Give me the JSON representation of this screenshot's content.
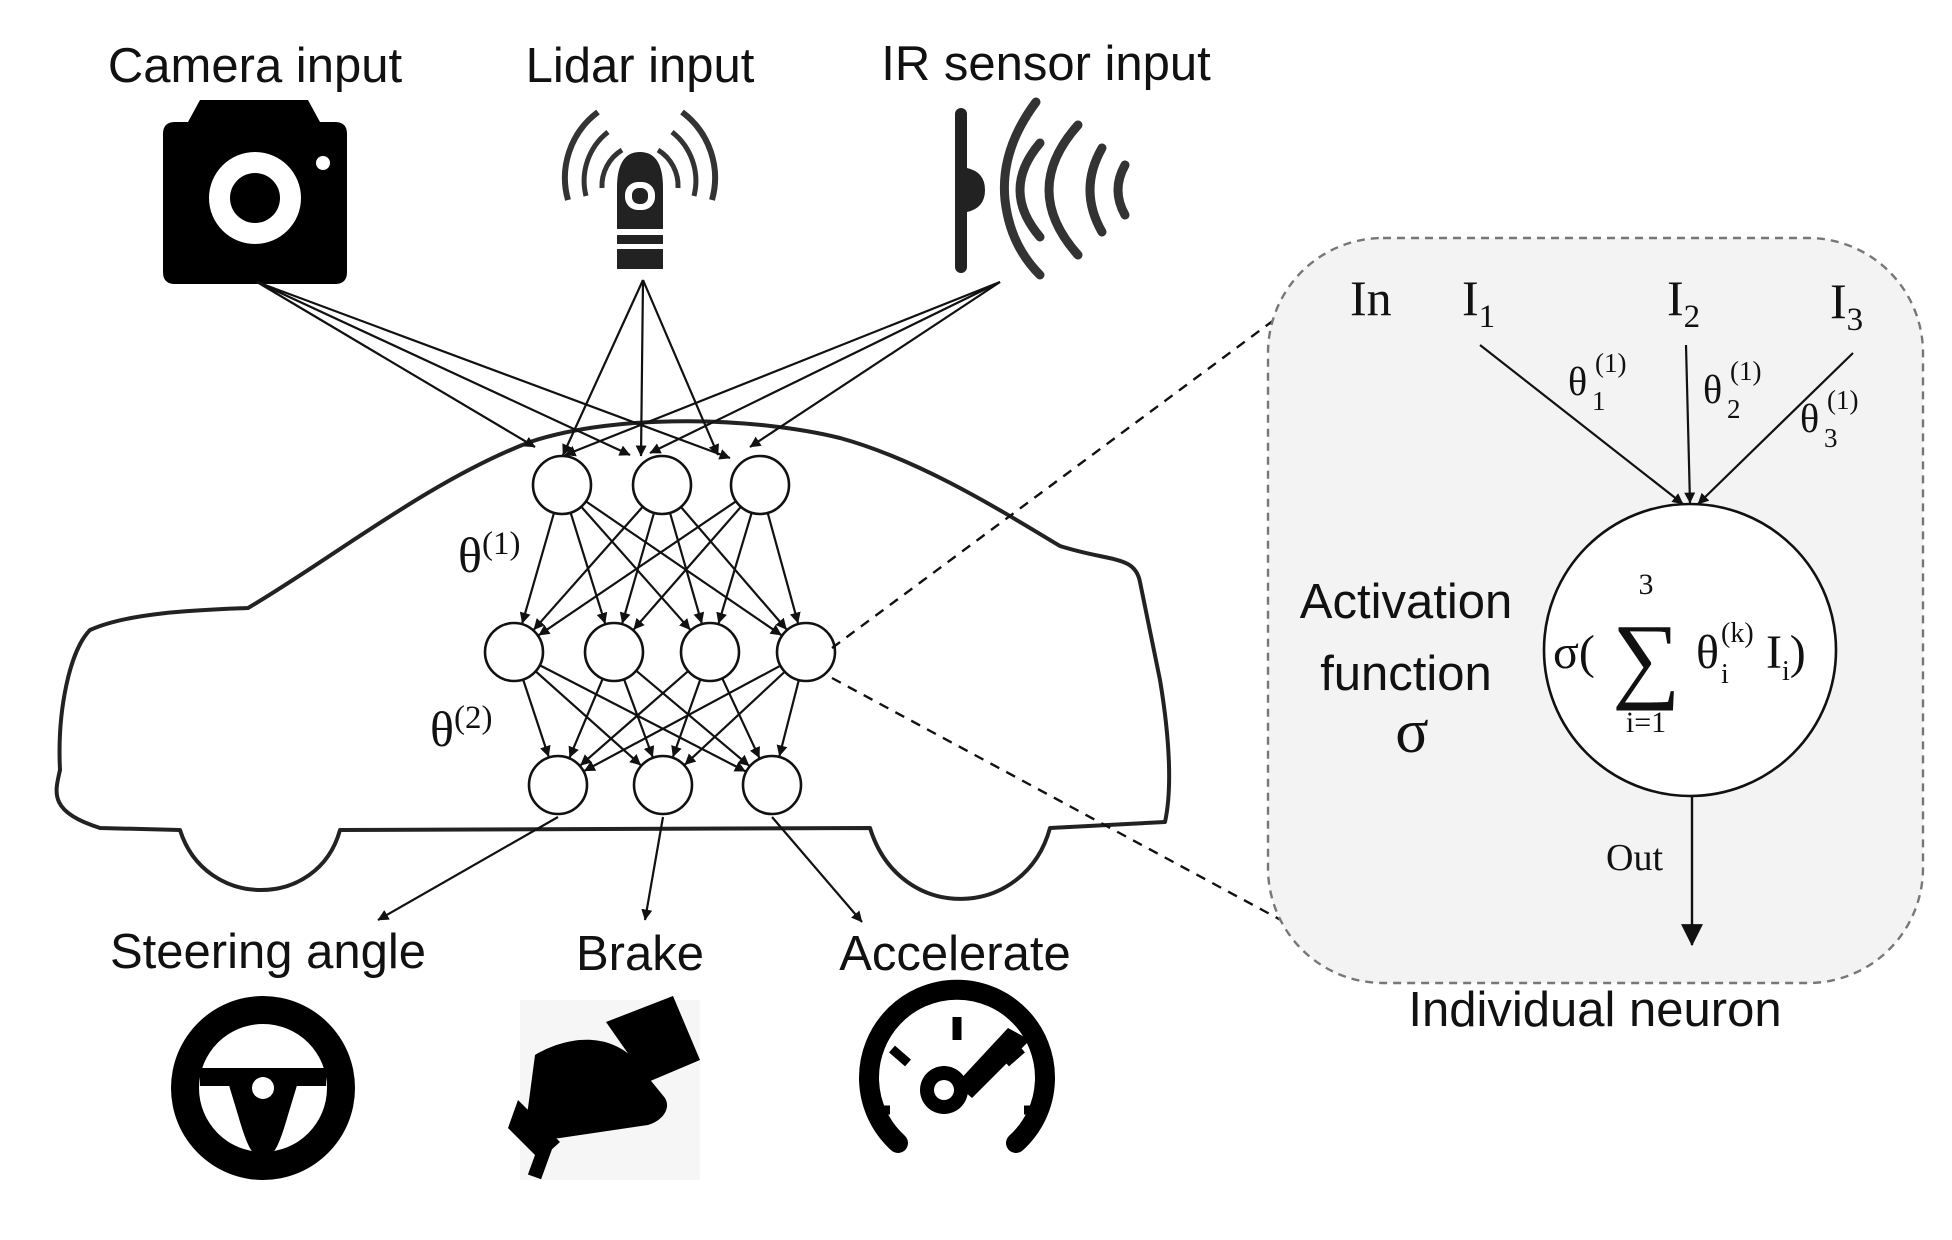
{
  "inputs": {
    "camera": "Camera input",
    "lidar": "Lidar input",
    "ir": "IR sensor input"
  },
  "outputs": {
    "steering": "Steering angle",
    "brake": "Brake",
    "accelerate": "Accelerate"
  },
  "weights": {
    "layer1": {
      "base": "θ",
      "sup": "(1)"
    },
    "layer2": {
      "base": "θ",
      "sup": "(2)"
    }
  },
  "network": {
    "layers": [
      3,
      4,
      3
    ]
  },
  "neuron_detail": {
    "in_label": "In",
    "inputs": [
      {
        "base": "I",
        "sub": "1",
        "weight": "θ",
        "wsub": "1",
        "wsup": "(1)"
      },
      {
        "base": "I",
        "sub": "2",
        "weight": "θ",
        "wsub": "2",
        "wsup": "(1)"
      },
      {
        "base": "I",
        "sub": "3",
        "weight": "θ",
        "wsub": "3",
        "wsup": "(1)"
      }
    ],
    "activation_line1": "Activation",
    "activation_line2": "function",
    "activation_symbol": "σ",
    "formula": {
      "open": "σ(",
      "sum": "∑",
      "upper": "3",
      "lower": "i=1",
      "theta": "θ",
      "theta_sub": "i",
      "theta_sup": "(k)",
      "input": "I",
      "input_sub": "i",
      "close": ")"
    },
    "out_label": "Out",
    "caption": "Individual neuron"
  },
  "colors": {
    "ink": "#111111",
    "panel_fill": "#f3f3f3",
    "panel_border": "#777777"
  },
  "icons": [
    "camera-icon",
    "lidar-icon",
    "ir-sensor-icon",
    "steering-wheel-icon",
    "brake-pedal-icon",
    "speedometer-icon"
  ]
}
